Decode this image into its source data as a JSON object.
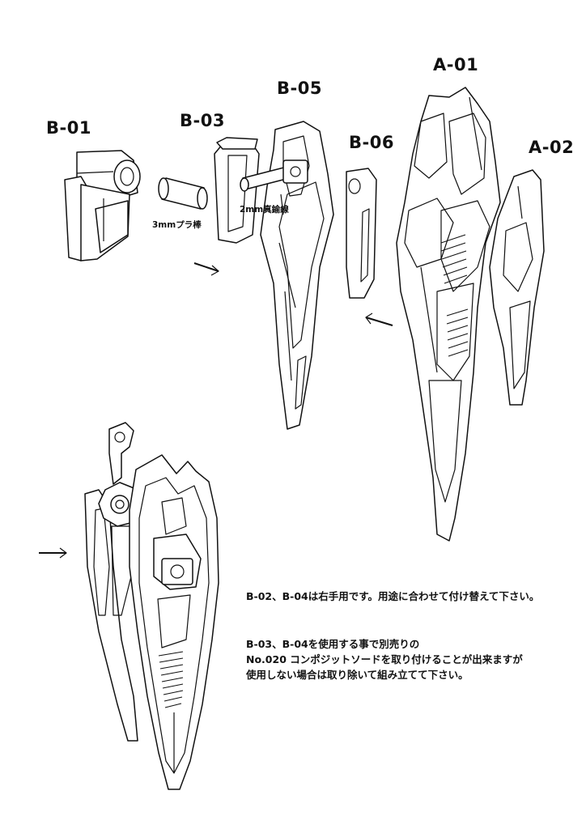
{
  "labels": {
    "b01": "B-01",
    "b03": "B-03",
    "b05": "B-05",
    "b06": "B-06",
    "a01": "A-01",
    "a02": "A-02",
    "rod_3mm": "3mmプラ棒",
    "wire_2mm": "2mm真鍮線"
  },
  "notes": {
    "line1": "B-02、B-04は右手用です。用途に合わせて付け替えて下さい。",
    "line2": "B-03、B-04を使用する事で別売りの",
    "line3": "No.020 コンポジットソードを取り付けることが出来ますが",
    "line4": "使用しない場合は取り除いて組み立てて下さい。"
  }
}
